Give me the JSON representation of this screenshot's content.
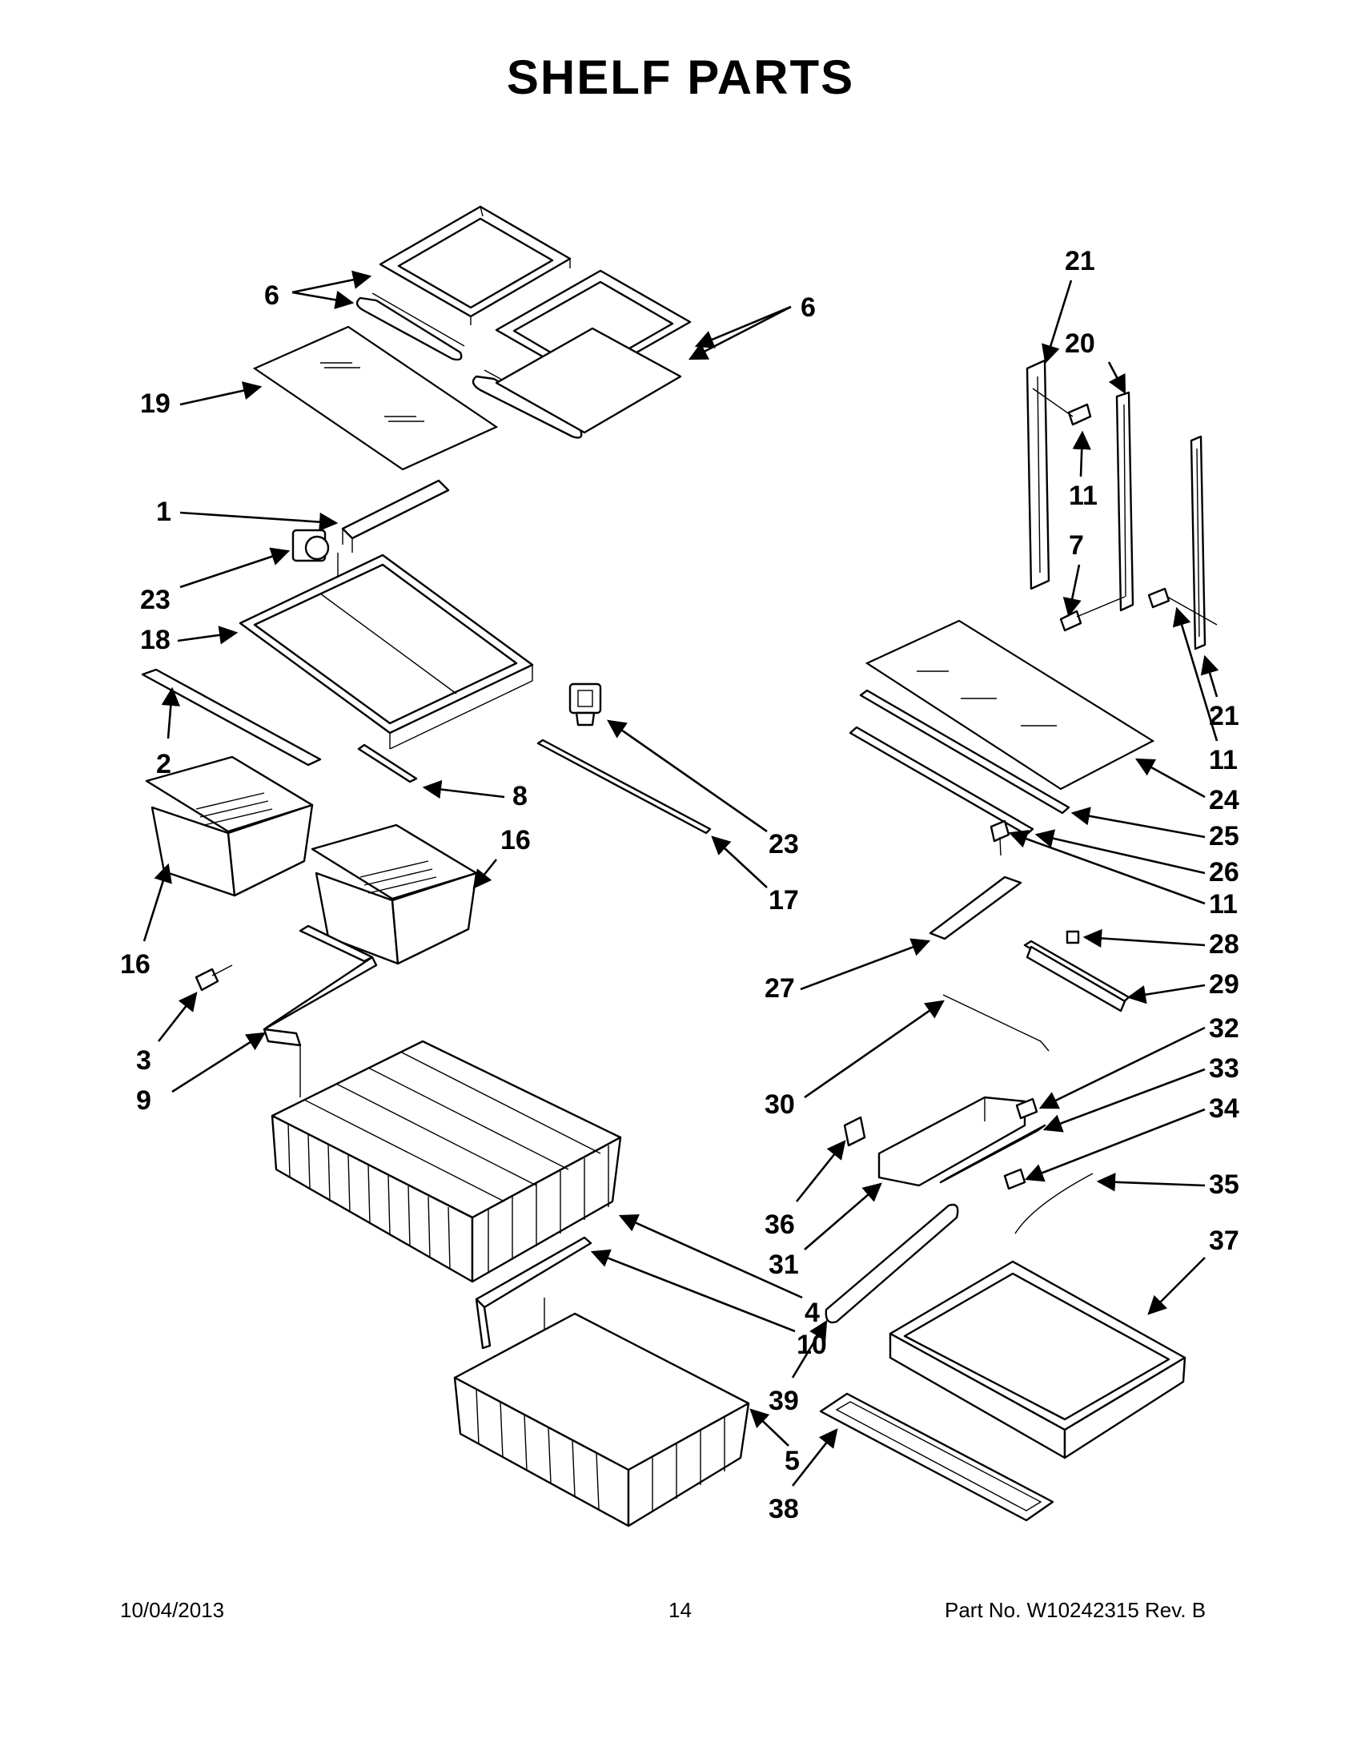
{
  "title": "SHELF  PARTS",
  "footer": {
    "date": "10/04/2013",
    "page_number": "14",
    "part_number": "Part No.  W10242315  Rev.  B"
  },
  "callouts": [
    {
      "id": "c6a",
      "label": "6"
    },
    {
      "id": "c6b",
      "label": "6"
    },
    {
      "id": "c19",
      "label": "19"
    },
    {
      "id": "c1",
      "label": "1"
    },
    {
      "id": "c23a",
      "label": "23"
    },
    {
      "id": "c18",
      "label": "18"
    },
    {
      "id": "c2",
      "label": "2"
    },
    {
      "id": "c8",
      "label": "8"
    },
    {
      "id": "c16a",
      "label": "16"
    },
    {
      "id": "c16b",
      "label": "16"
    },
    {
      "id": "c23b",
      "label": "23"
    },
    {
      "id": "c17",
      "label": "17"
    },
    {
      "id": "c3",
      "label": "3"
    },
    {
      "id": "c9",
      "label": "9"
    },
    {
      "id": "c4",
      "label": "4"
    },
    {
      "id": "c10",
      "label": "10"
    },
    {
      "id": "c5",
      "label": "5"
    },
    {
      "id": "c21a",
      "label": "21"
    },
    {
      "id": "c20",
      "label": "20"
    },
    {
      "id": "c11a",
      "label": "11"
    },
    {
      "id": "c7",
      "label": "7"
    },
    {
      "id": "c21b",
      "label": "21"
    },
    {
      "id": "c11b",
      "label": "11"
    },
    {
      "id": "c24",
      "label": "24"
    },
    {
      "id": "c25",
      "label": "25"
    },
    {
      "id": "c26",
      "label": "26"
    },
    {
      "id": "c11c",
      "label": "11"
    },
    {
      "id": "c28",
      "label": "28"
    },
    {
      "id": "c27",
      "label": "27"
    },
    {
      "id": "c29",
      "label": "29"
    },
    {
      "id": "c32",
      "label": "32"
    },
    {
      "id": "c30",
      "label": "30"
    },
    {
      "id": "c33",
      "label": "33"
    },
    {
      "id": "c34",
      "label": "34"
    },
    {
      "id": "c35",
      "label": "35"
    },
    {
      "id": "c36",
      "label": "36"
    },
    {
      "id": "c31",
      "label": "31"
    },
    {
      "id": "c37",
      "label": "37"
    },
    {
      "id": "c39",
      "label": "39"
    },
    {
      "id": "c38",
      "label": "38"
    }
  ]
}
